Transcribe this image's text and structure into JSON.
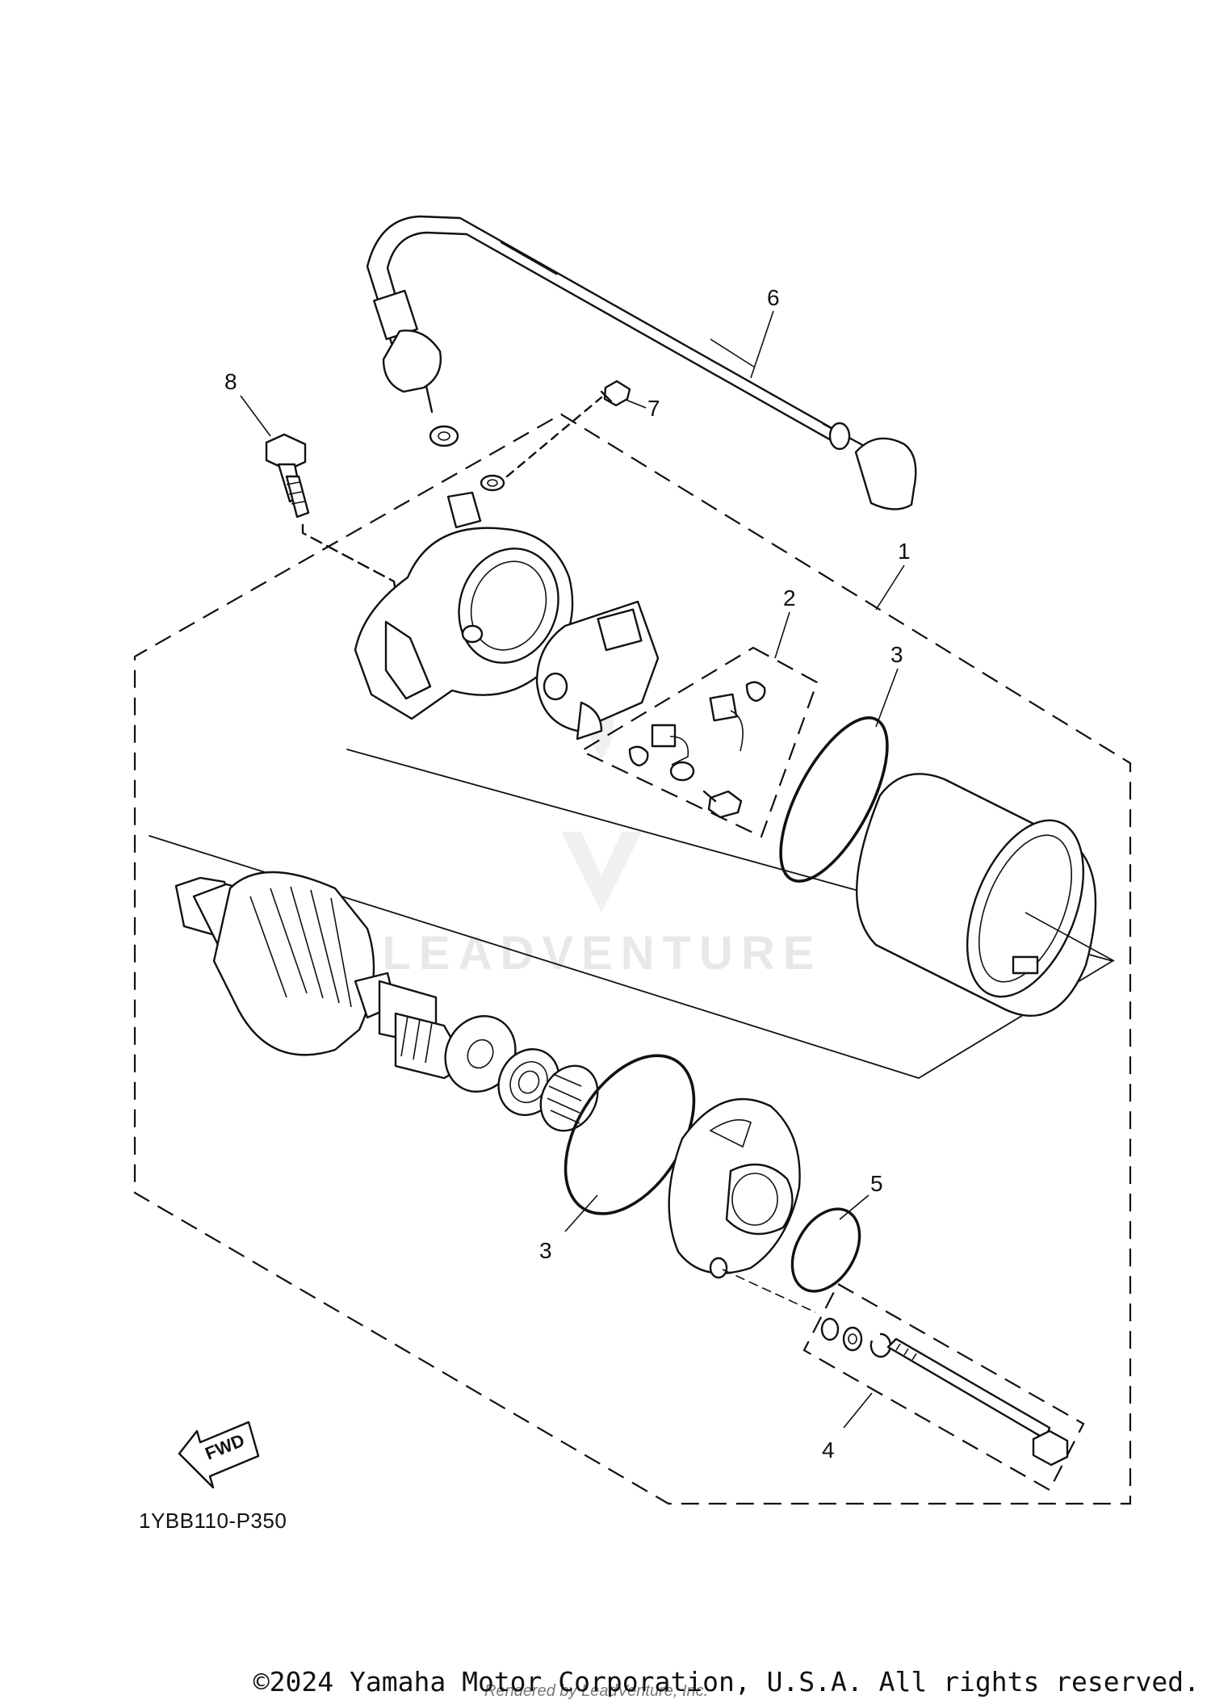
{
  "diagram": {
    "callouts": [
      "1",
      "2",
      "3",
      "3",
      "4",
      "5",
      "6",
      "7",
      "8"
    ],
    "fwd_label": "FWD",
    "code": "1YBB110-P350",
    "watermark": "LEADVENTURE"
  },
  "footer": {
    "copyright": "©2024 Yamaha Motor Corporation, U.S.A. All rights reserved.",
    "rendered_by": "Rendered by LeadVenture, Inc."
  }
}
